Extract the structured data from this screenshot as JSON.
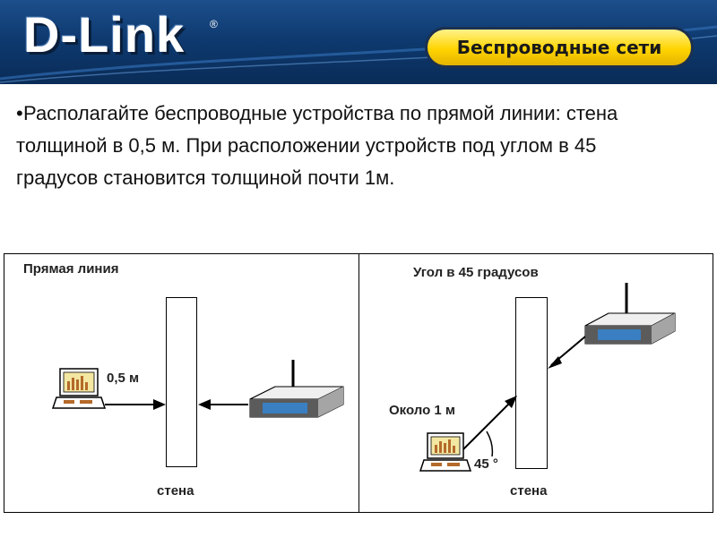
{
  "header": {
    "logo_text": "D-Link",
    "logo_registered": "®",
    "badge_label": "Беспроводные сети",
    "colors": {
      "header_bg": "#0e3a70",
      "badge": "#ffd400"
    }
  },
  "body_text": {
    "bullet": "•",
    "paragraph": "Располагайте беспроводные устройства по прямой линии: стена толщиной в 0,5 м. При расположении устройств под углом в 45 градусов становится толщиной почти 1м."
  },
  "diagram_left": {
    "title": "Прямая линия",
    "distance_label": "0,5 м",
    "wall_label": "стена"
  },
  "diagram_right": {
    "title": "Угол в 45 градусов",
    "distance_label": "Около 1 м",
    "angle_label": "45 °",
    "wall_label": "стена"
  }
}
